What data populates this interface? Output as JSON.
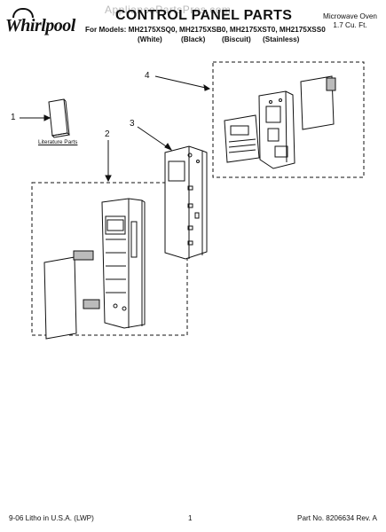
{
  "header": {
    "brand": "Whirlpool",
    "title": "CONTROL PANEL PARTS",
    "watermark": "AppliancePartsPros.com",
    "models_line": "For Models: MH2175XSQ0, MH2175XSB0, MH2175XST0, MH2175XSS0",
    "model_colors": [
      "(White)",
      "(Black)",
      "(Biscuit)",
      "(Stainless)"
    ],
    "appliance_type": "Microwave Oven",
    "capacity": "1.7 Cu. Ft."
  },
  "callouts": [
    "1",
    "2",
    "3",
    "4"
  ],
  "literature_label": "Literature Parts",
  "footer": {
    "left": "9-06 Litho in U.S.A. (LWP)",
    "page": "1",
    "part_number": "Part No. 8206634 Rev. A"
  }
}
